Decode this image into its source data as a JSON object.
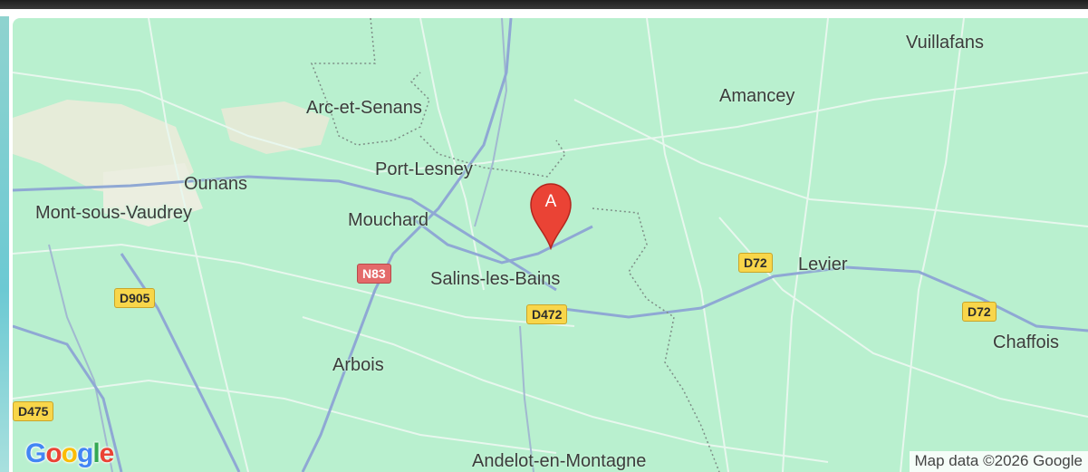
{
  "map": {
    "places": [
      {
        "id": "vuillafans",
        "label": "Vuillafans"
      },
      {
        "id": "amancey",
        "label": "Amancey"
      },
      {
        "id": "arc-et-senans",
        "label": "Arc-et-Senans"
      },
      {
        "id": "port-lesney",
        "label": "Port-Lesney"
      },
      {
        "id": "ounans",
        "label": "Ounans"
      },
      {
        "id": "mont-sous-vaudrey",
        "label": "Mont-sous-Vaudrey"
      },
      {
        "id": "mouchard",
        "label": "Mouchard"
      },
      {
        "id": "salins-les-bains",
        "label": "Salins-les-Bains"
      },
      {
        "id": "levier",
        "label": "Levier"
      },
      {
        "id": "chaffois",
        "label": "Chaffois"
      },
      {
        "id": "arbois",
        "label": "Arbois"
      },
      {
        "id": "andelot",
        "label": "Andelot-en-Montagne"
      }
    ],
    "roads": [
      {
        "id": "n83",
        "label": "N83",
        "style": "national"
      },
      {
        "id": "d905",
        "label": "D905",
        "style": "departmental"
      },
      {
        "id": "d472",
        "label": "D472",
        "style": "departmental"
      },
      {
        "id": "d72a",
        "label": "D72",
        "style": "departmental"
      },
      {
        "id": "d72b",
        "label": "D72",
        "style": "departmental"
      },
      {
        "id": "d475",
        "label": "D475",
        "style": "departmental"
      }
    ],
    "marker": {
      "label": "A",
      "color": "#ea4335"
    },
    "logo_text": "Google",
    "attribution": "Map data ©2026 Google",
    "colors": {
      "land": "#b9f0cf",
      "road": "#8fa8d4",
      "marker": "#ea4335"
    }
  }
}
